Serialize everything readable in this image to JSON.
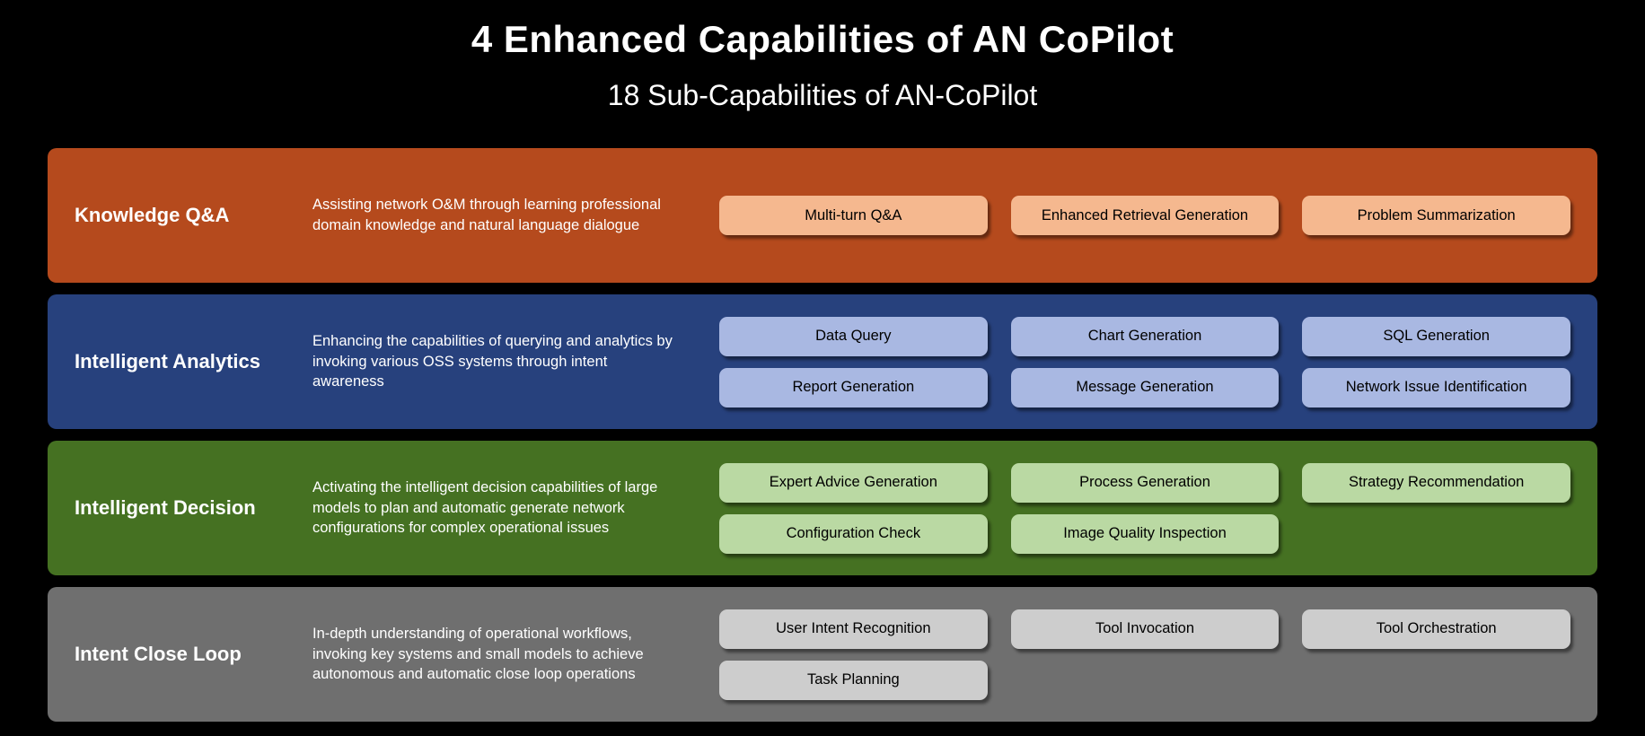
{
  "page": {
    "title": "4 Enhanced Capabilities of AN CoPilot",
    "subtitle": "18 Sub-Capabilities of AN-CoPilot",
    "background_color": "#000000"
  },
  "rows": [
    {
      "id": "knowledge-qa",
      "name": "Knowledge Q&A",
      "description": "Assisting network O&M through learning professional domain knowledge and natural language dialogue",
      "band_color": "#b54a1d",
      "pill_color": "#f5b88f",
      "pills": [
        "Multi-turn Q&A",
        "Enhanced Retrieval Generation",
        "Problem Summarization"
      ]
    },
    {
      "id": "intelligent-analytics",
      "name": "Intelligent Analytics",
      "description": "Enhancing the capabilities of querying and analytics by invoking various OSS systems through intent awareness",
      "band_color": "#27417d",
      "pill_color": "#a9b8e2",
      "pills": [
        "Data Query",
        "Chart Generation",
        "SQL Generation",
        "Report Generation",
        "Message Generation",
        "Network Issue Identification"
      ]
    },
    {
      "id": "intelligent-decision",
      "name": "Intelligent Decision",
      "description": "Activating the intelligent decision capabilities of large models to plan and automatic generate network configurations for complex operational issues",
      "band_color": "#457122",
      "pill_color": "#bad9a3",
      "pills": [
        "Expert Advice Generation",
        "Process Generation",
        "Strategy Recommendation",
        "Configuration Check",
        "Image Quality Inspection"
      ]
    },
    {
      "id": "intent-close-loop",
      "name": "Intent Close Loop",
      "description": "In-depth understanding of operational workflows, invoking key systems and small models to achieve autonomous and automatic close loop operations",
      "band_color": "#6f6f6f",
      "pill_color": "#cdcdcd",
      "pills": [
        "User Intent Recognition",
        "Tool Invocation",
        "Tool Orchestration",
        "Task Planning"
      ]
    }
  ]
}
